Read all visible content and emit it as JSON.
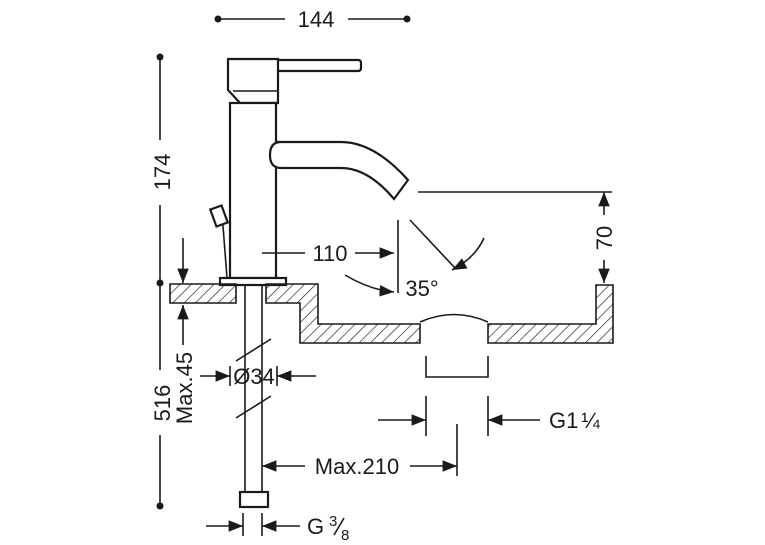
{
  "diagram": {
    "dimensions": {
      "width_top": "144",
      "height_total": "174",
      "reach": "110",
      "angle": "35°",
      "height_70": "70",
      "max_deck": "Max.45",
      "overall": "516",
      "diameter": "Ø34",
      "max_hose": "Max.210",
      "drain_thread": "G1",
      "drain_fraction": "¼",
      "hose_thread": "G",
      "hose_num": "3",
      "hose_den": "8"
    }
  }
}
